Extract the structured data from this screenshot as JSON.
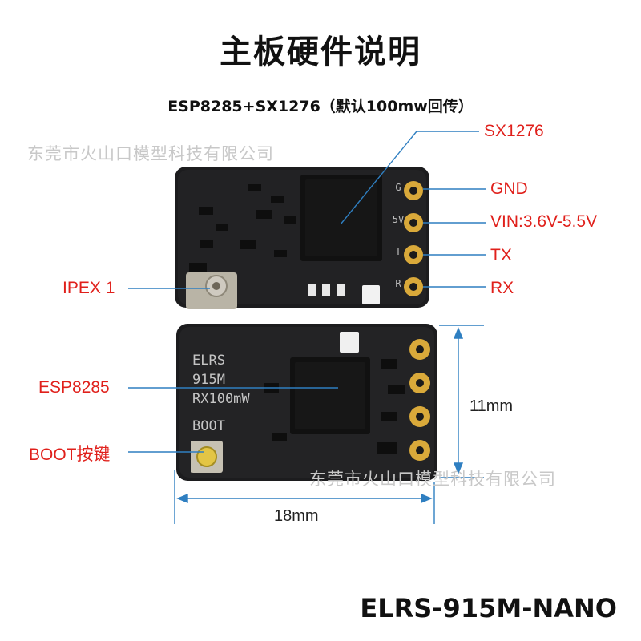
{
  "title": "主板硬件说明",
  "subtitle": "ESP8285+SX1276（默认100mw回传）",
  "watermark": "东莞市火山口模型科技有限公司",
  "labels": {
    "sx1276": "SX1276",
    "gnd": "GND",
    "vin": "VIN:3.6V-5.5V",
    "tx": "TX",
    "rx": "RX",
    "ipex": "IPEX 1",
    "esp8285": "ESP8285",
    "boot_key": "BOOT按键"
  },
  "dimensions": {
    "height": "11mm",
    "width": "18mm"
  },
  "silkscreen": {
    "pads_top": [
      "G",
      "5V",
      "T",
      "R"
    ],
    "board_text": [
      "ELRS",
      "915M",
      "RX100mW",
      "BOOT"
    ]
  },
  "model": "ELRS-915M-NANO",
  "colors": {
    "label_red": "#e0201b",
    "leader_blue": "#2f7fc1",
    "pcb": "#1c1c1e",
    "gold": "#d9a93a"
  }
}
